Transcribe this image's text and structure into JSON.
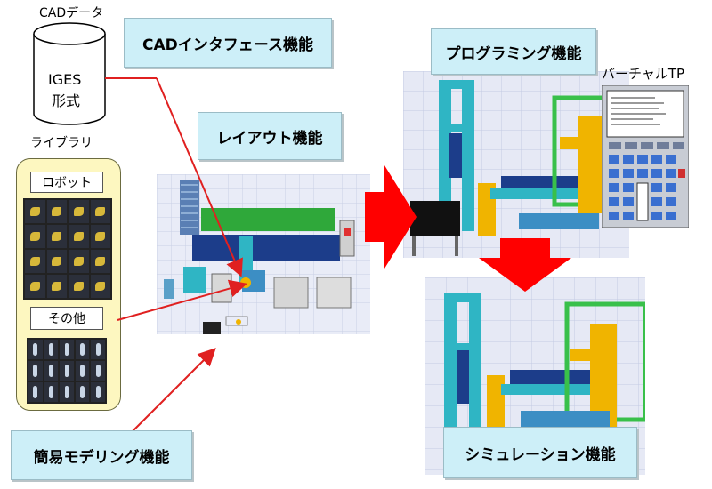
{
  "cad": {
    "top_label": "CADデータ",
    "format_line1": "IGES",
    "format_line2": "形式",
    "bottom_label": "ライブラリ"
  },
  "library": {
    "robot_header": "ロボット",
    "other_header": "その他"
  },
  "callouts": {
    "cad_interface": "CADインタフェース機能",
    "layout": "レイアウト機能",
    "simple_modeling": "簡易モデリング機能",
    "programming": "プログラミング機能",
    "simulation": "シミュレーション機能"
  },
  "virtual_tp": "バーチャルTP",
  "colors": {
    "callout_fill": "#cdeff8",
    "library_fill": "#fdf7c0",
    "arrow_red": "#ff0000",
    "connector_red": "#e02020",
    "robot_yellow": "#f0b400",
    "frame_teal": "#2fb5c4",
    "table_green": "#39c04a"
  }
}
